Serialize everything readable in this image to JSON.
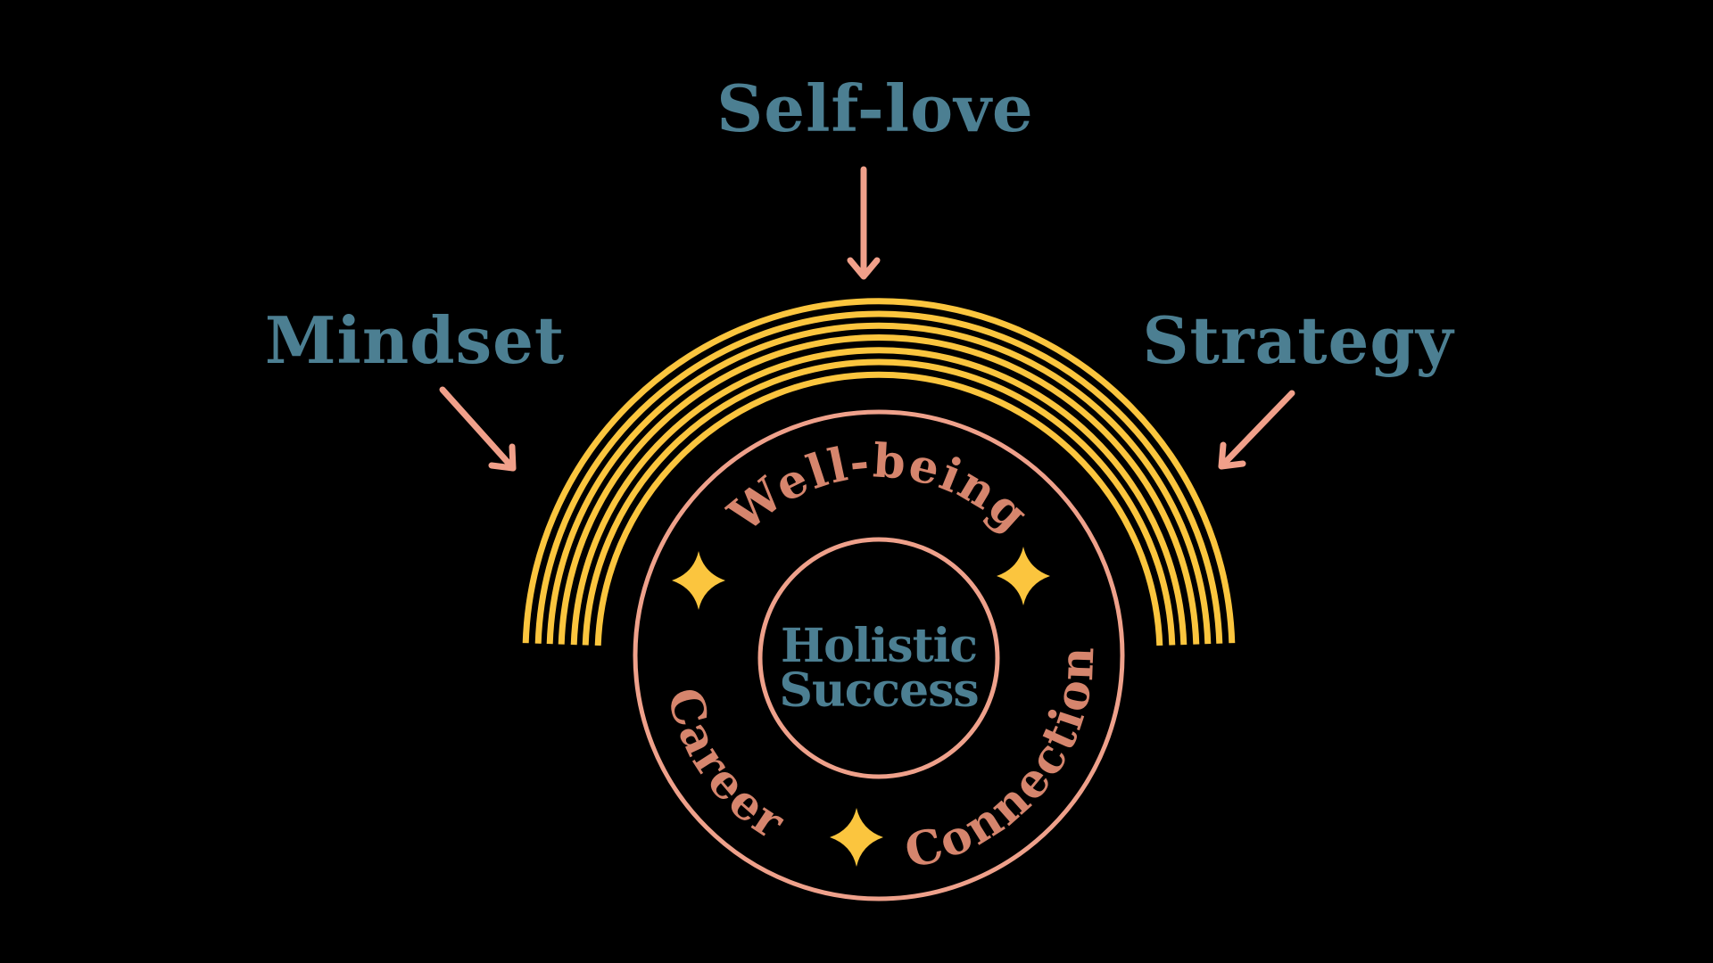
{
  "outer_labels": {
    "top": "Self-love",
    "left": "Mindset",
    "right": "Strategy"
  },
  "ring_labels": {
    "top": "Well-being",
    "bottom_left": "Career",
    "bottom_right": "Connection"
  },
  "center_label": {
    "line1": "Holistic",
    "line2": "Success"
  },
  "icons": {
    "arrow_down": "arrow-down-icon",
    "arrow_diagonal_left": "arrow-down-right-icon",
    "arrow_diagonal_right": "arrow-down-left-icon",
    "sparkle": "sparkle-icon",
    "rainbow": "rainbow-arc-icon"
  },
  "colors": {
    "background": "#000000",
    "teal_text": "#4C7F92",
    "salmon_stroke": "#EFA18B",
    "salmon_arrow": "#F1A08A",
    "terracotta_curved_text": "#D6856D",
    "yellow": "#FBC53E"
  }
}
